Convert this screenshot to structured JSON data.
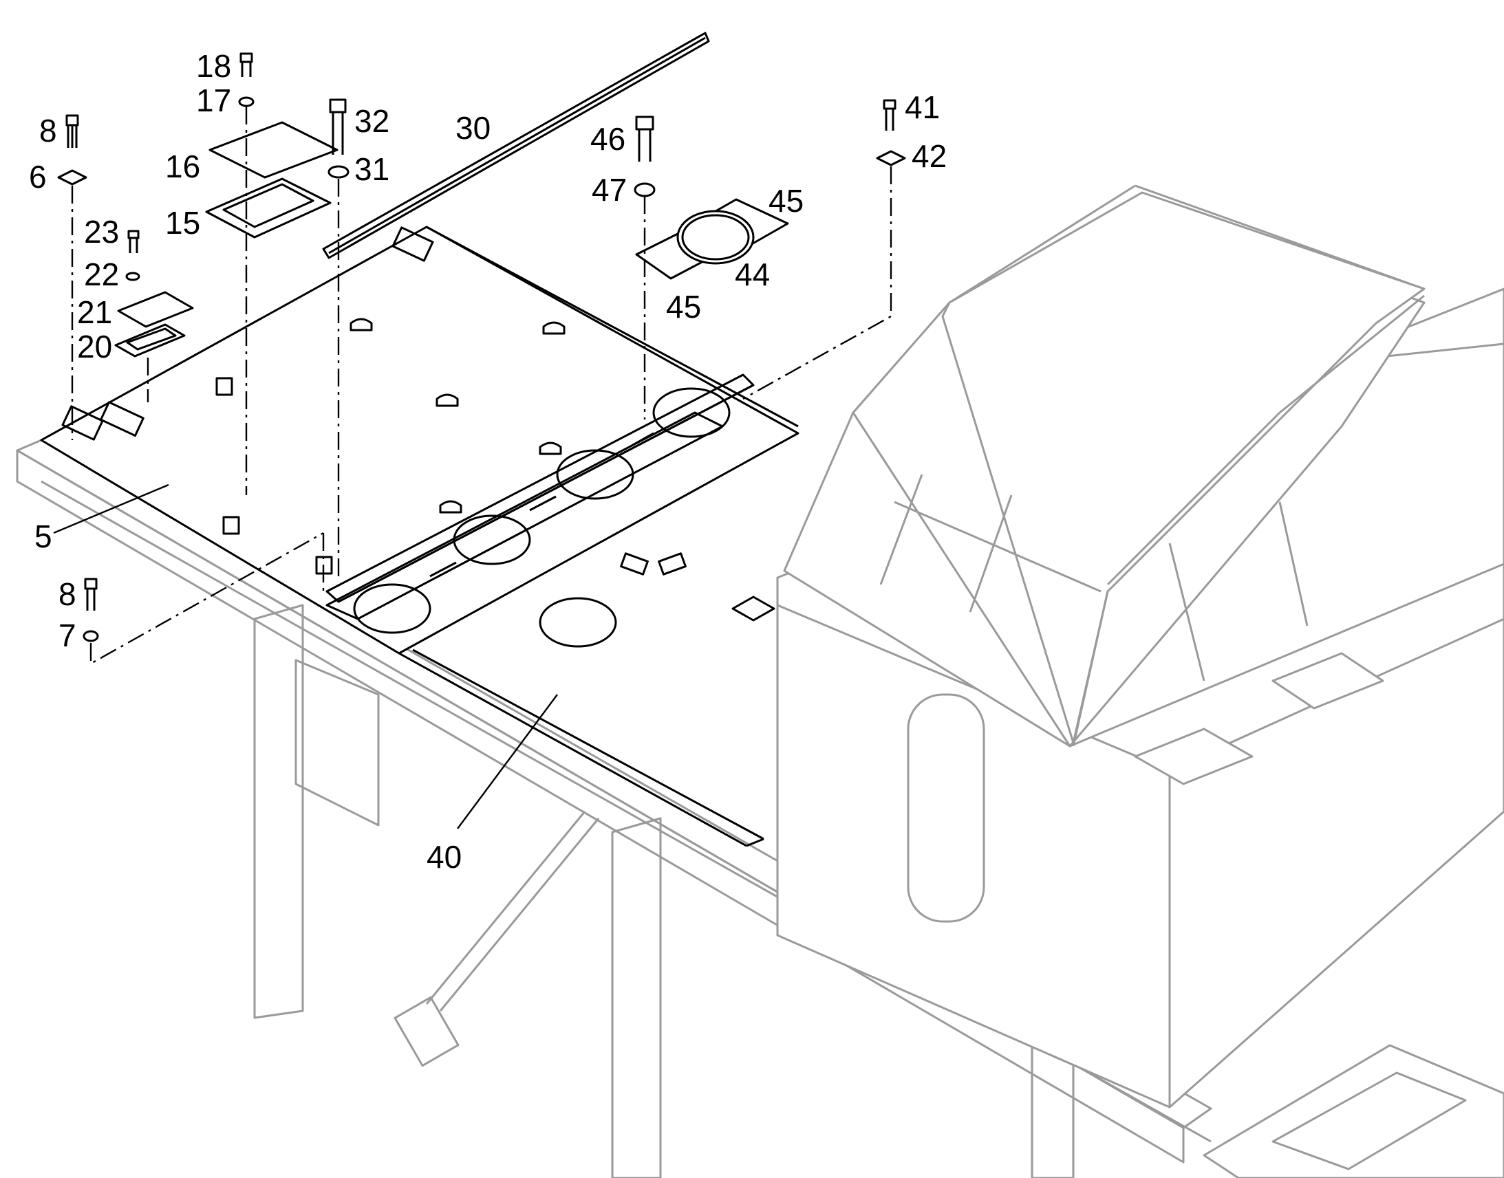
{
  "diagram": {
    "callouts": [
      {
        "id": "c8a",
        "text": "8"
      },
      {
        "id": "c6",
        "text": "6"
      },
      {
        "id": "c18",
        "text": "18"
      },
      {
        "id": "c17",
        "text": "17"
      },
      {
        "id": "c16",
        "text": "16"
      },
      {
        "id": "c15",
        "text": "15"
      },
      {
        "id": "c23",
        "text": "23"
      },
      {
        "id": "c22",
        "text": "22"
      },
      {
        "id": "c21",
        "text": "21"
      },
      {
        "id": "c20",
        "text": "20"
      },
      {
        "id": "c32",
        "text": "32"
      },
      {
        "id": "c31",
        "text": "31"
      },
      {
        "id": "c30",
        "text": "30"
      },
      {
        "id": "c46",
        "text": "46"
      },
      {
        "id": "c47",
        "text": "47"
      },
      {
        "id": "c45a",
        "text": "45"
      },
      {
        "id": "c44",
        "text": "44"
      },
      {
        "id": "c45b",
        "text": "45"
      },
      {
        "id": "c41",
        "text": "41"
      },
      {
        "id": "c42",
        "text": "42"
      },
      {
        "id": "c5",
        "text": "5"
      },
      {
        "id": "c8b",
        "text": "8"
      },
      {
        "id": "c7",
        "text": "7"
      },
      {
        "id": "c40",
        "text": "40"
      }
    ]
  }
}
